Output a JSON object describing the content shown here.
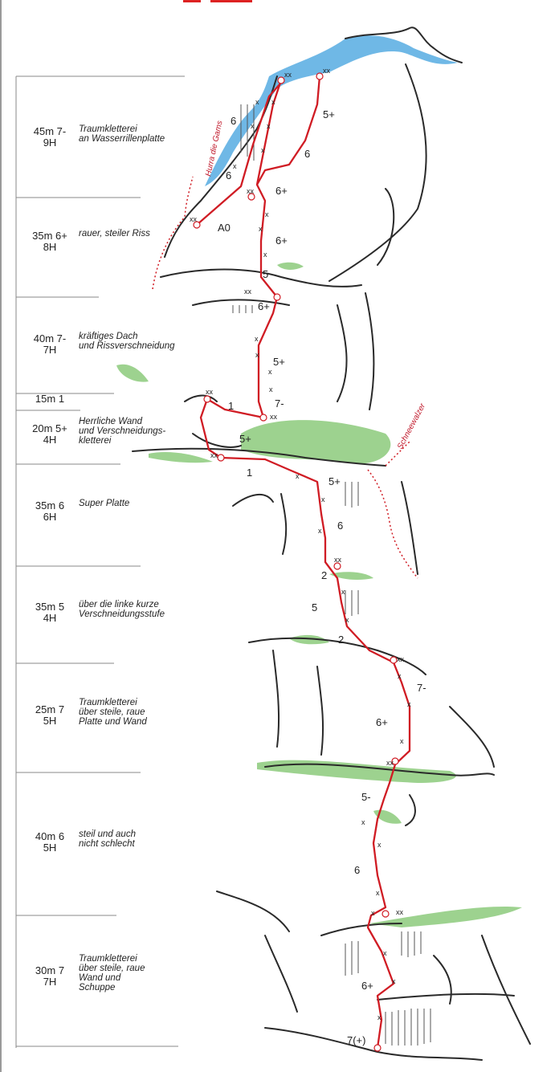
{
  "pitches": [
    {
      "length_grade": "45m 7-",
      "bolts": "9H",
      "description": [
        "Traumkletterei",
        "an Wasserrillenplatte"
      ]
    },
    {
      "length_grade": "35m 6+",
      "bolts": "8H",
      "description": [
        "rauer, steiler Riss"
      ]
    },
    {
      "length_grade": "40m 7-",
      "bolts": "7H",
      "description": [
        "kräftiges Dach",
        "und Rissverschneidung"
      ]
    },
    {
      "length_grade": "15m 1",
      "bolts": "",
      "description": []
    },
    {
      "length_grade": "20m 5+",
      "bolts": "4H",
      "description": [
        "Herrliche Wand",
        "und Verschneidungs-",
        "kletterei"
      ]
    },
    {
      "length_grade": "35m 6",
      "bolts": "6H",
      "description": [
        "Super Platte"
      ]
    },
    {
      "length_grade": "35m 5",
      "bolts": "4H",
      "description": [
        "über die linke kurze",
        "Verschneidungsstufe"
      ]
    },
    {
      "length_grade": "25m 7",
      "bolts": "5H",
      "description": [
        "Traumkletterei",
        "über steile, raue",
        "Platte und Wand"
      ]
    },
    {
      "length_grade": "40m 6",
      "bolts": "5H",
      "description": [
        "steil und auch",
        "nicht schlecht"
      ]
    },
    {
      "length_grade": "30m 7",
      "bolts": "7H",
      "description": [
        "Traumkletterei",
        "über steile, raue",
        "Wand und",
        "Schuppe"
      ]
    }
  ],
  "variants": {
    "left": "Hurra die Gams",
    "right": "Schneewalzer"
  },
  "grades": [
    "6",
    "5+",
    "6",
    "6",
    "6+",
    "A0",
    "6+",
    "5",
    "6+",
    "5+",
    "1",
    "7-",
    "5+",
    "1",
    "5+",
    "6",
    "2",
    "5",
    "2",
    "7-",
    "6+",
    "5-",
    "6",
    "6+",
    "7(+)"
  ],
  "anchor_label": "xx",
  "bolt_label": "x",
  "colors": {
    "route": "#d01c24",
    "water": "#6fb8e6",
    "grass": "#7cc36a"
  }
}
